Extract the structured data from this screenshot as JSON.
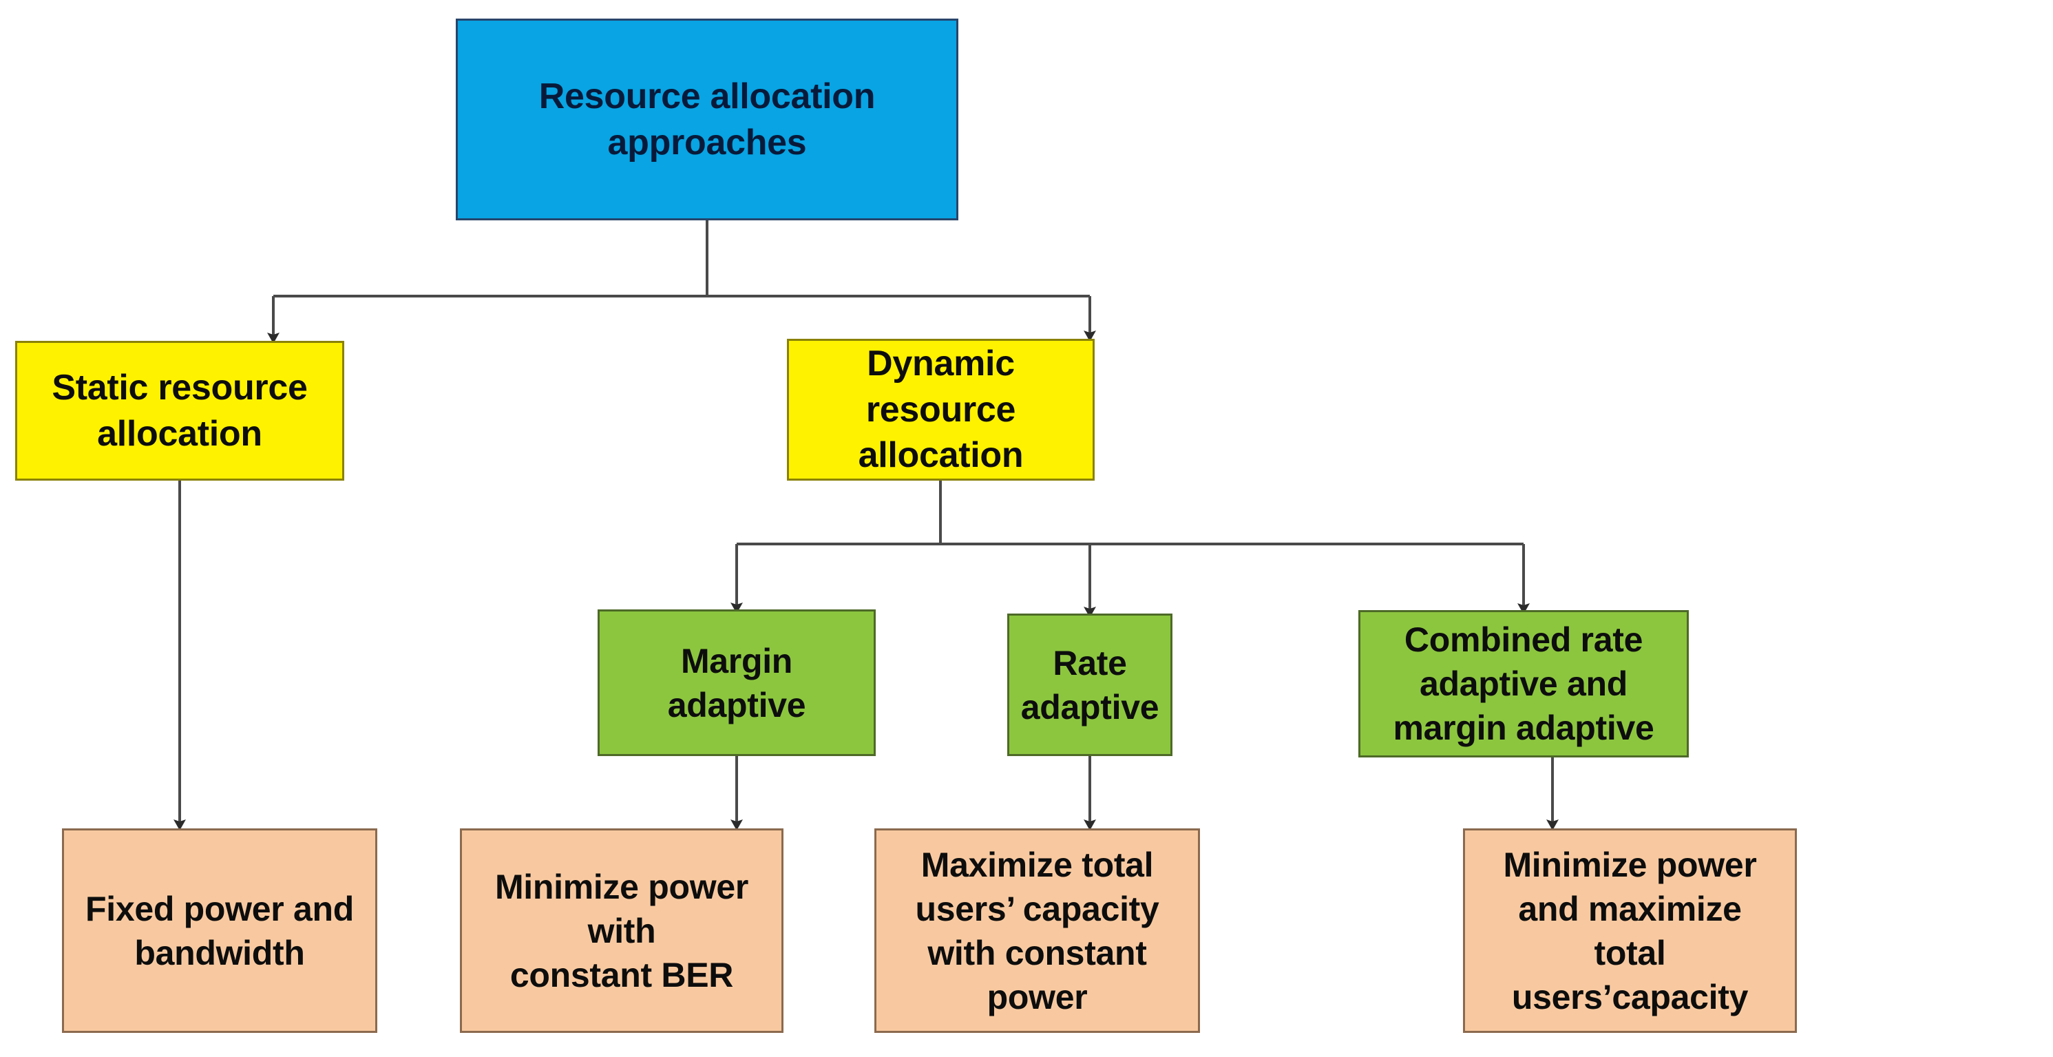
{
  "diagram": {
    "title": "Resource allocation approaches",
    "type": "tree-flowchart",
    "colors": {
      "root_fill": "#08A4E3",
      "level1_fill": "#FFF200",
      "level2_fill": "#8CC63F",
      "leaf_fill": "#F8C9A0",
      "connector": "#3a3a3a",
      "background": "#FFFFFF"
    },
    "nodes": {
      "root": {
        "label": "Resource allocation\napproaches"
      },
      "static": {
        "label": "Static resource allocation"
      },
      "dynamic": {
        "label": "Dynamic resource allocation"
      },
      "margin_adaptive": {
        "label": "Margin\nadaptive"
      },
      "rate_adaptive": {
        "label": "Rate\nadaptive"
      },
      "combined_adaptive": {
        "label": "Combined rate adaptive and\nmargin adaptive"
      },
      "fixed_power": {
        "label": "Fixed power and\nbandwidth"
      },
      "minimize_power_ber": {
        "label": "Minimize power with\nconstant BER"
      },
      "maximize_capacity": {
        "label": "Maximize total users’ capacity\nwith constant power"
      },
      "minimize_maximize": {
        "label": "Minimize power and maximize\ntotal users’capacity"
      }
    },
    "edges": [
      {
        "from": "root",
        "to": "static"
      },
      {
        "from": "root",
        "to": "dynamic"
      },
      {
        "from": "static",
        "to": "fixed_power"
      },
      {
        "from": "dynamic",
        "to": "margin_adaptive"
      },
      {
        "from": "dynamic",
        "to": "rate_adaptive"
      },
      {
        "from": "dynamic",
        "to": "combined_adaptive"
      },
      {
        "from": "margin_adaptive",
        "to": "minimize_power_ber"
      },
      {
        "from": "rate_adaptive",
        "to": "maximize_capacity"
      },
      {
        "from": "combined_adaptive",
        "to": "minimize_maximize"
      }
    ]
  }
}
